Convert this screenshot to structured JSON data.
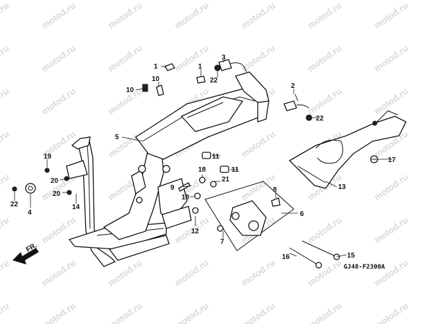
{
  "watermark_text": "motod.ru",
  "diagram_code": "GJ48-F2300A",
  "direction_label": "FR.",
  "callouts": {
    "c1a": "1",
    "c1b": "1",
    "c2": "2",
    "c3": "3",
    "c4": "4",
    "c5": "5",
    "c6": "6",
    "c7": "7",
    "c8": "8",
    "c9": "9",
    "c10a": "10",
    "c10b": "10",
    "c11a": "11",
    "c11b": "11",
    "c12": "12",
    "c13": "13",
    "c14": "14",
    "c15": "15",
    "c16": "16",
    "c17": "17",
    "c18a": "18",
    "c18b": "18",
    "c19": "19",
    "c20a": "20",
    "c20b": "20",
    "c21": "21",
    "c22a": "22",
    "c22b": "22",
    "c22c": "22"
  },
  "colors": {
    "line": "#111111",
    "watermark": "#d9d9d9",
    "background": "#ffffff"
  }
}
